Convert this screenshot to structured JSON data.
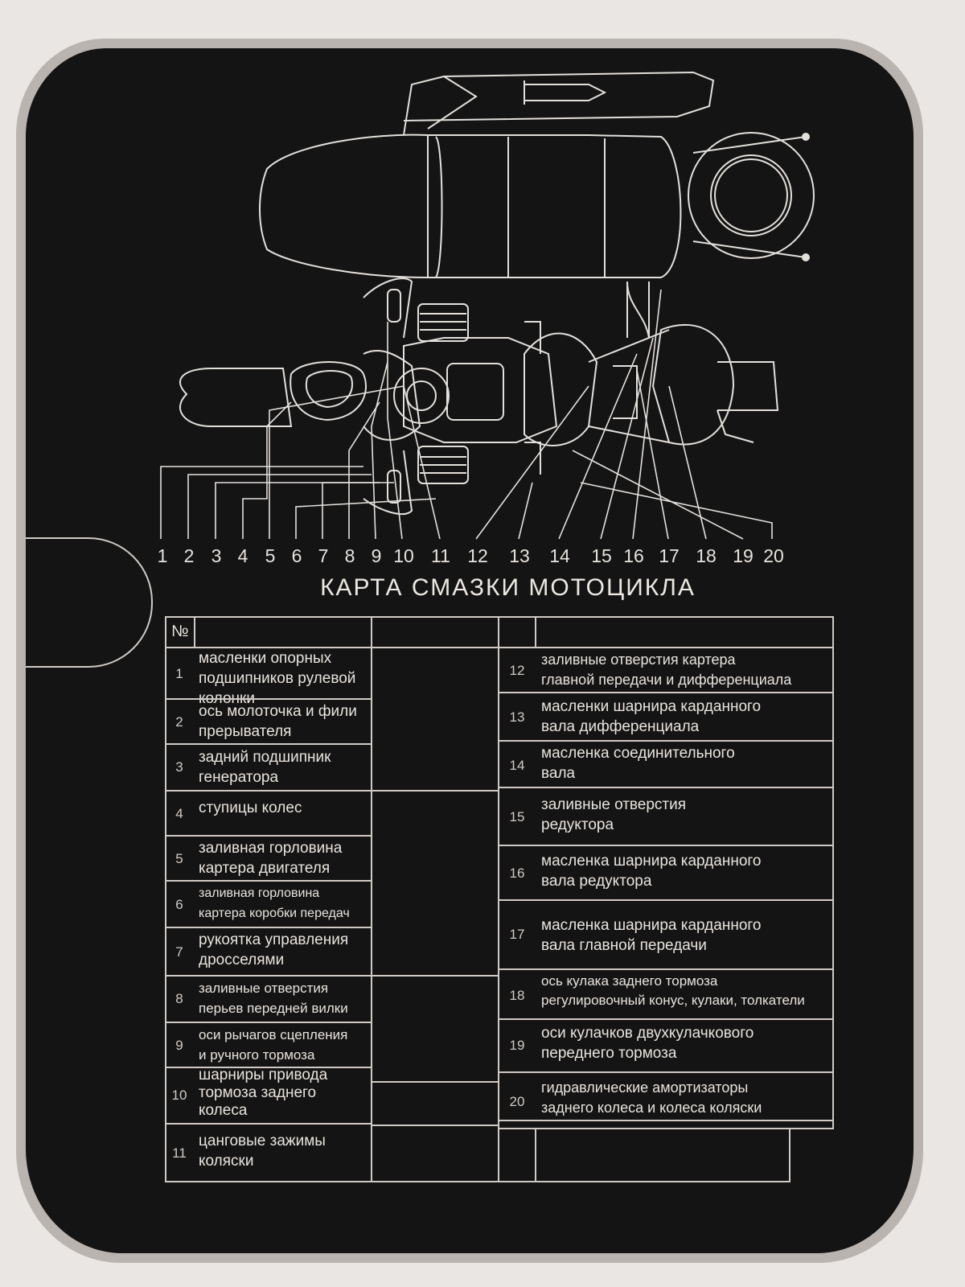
{
  "plate": {
    "title": "КАРТА СМАЗКИ МОТОЦИКЛА",
    "number_header": "№",
    "callout_numbers": [
      "1",
      "2",
      "3",
      "4",
      "5",
      "6",
      "7",
      "8",
      "9",
      "10",
      "11",
      "12",
      "13",
      "14",
      "15",
      "16",
      "17",
      "18",
      "19",
      "20"
    ],
    "left_items": [
      {
        "n": "1",
        "text": "масленки опорных\nподшипников рулевой\nколонки"
      },
      {
        "n": "2",
        "text": "ось молоточка и фили\nпрерывателя"
      },
      {
        "n": "3",
        "text": "задний подшипник\nгенератора"
      },
      {
        "n": "4",
        "text": "ступицы колес"
      },
      {
        "n": "5",
        "text": "заливная горловина\nкартера двигателя"
      },
      {
        "n": "6",
        "text": "заливная горловина\nкартера коробки передач"
      },
      {
        "n": "7",
        "text": "рукоятка управления\nдросселями"
      },
      {
        "n": "8",
        "text": "заливные отверстия\nперьев передней вилки"
      },
      {
        "n": "9",
        "text": "оси рычагов сцепления\nи ручного тормоза"
      },
      {
        "n": "10",
        "text": "шарниры привода\nтормоза заднего\nколеса"
      },
      {
        "n": "11",
        "text": "цанговые зажимы\nколяски"
      }
    ],
    "right_items": [
      {
        "n": "12",
        "text": "заливные отверстия картера\nглавной передачи и дифференциала"
      },
      {
        "n": "13",
        "text": "масленки шарнира карданного\nвала дифференциала"
      },
      {
        "n": "14",
        "text": "масленка соединительного\nвала"
      },
      {
        "n": "15",
        "text": "заливные отверстия\nредуктора"
      },
      {
        "n": "16",
        "text": "масленка шарнира карданного\nвала редуктора"
      },
      {
        "n": "17",
        "text": "масленка шарнира карданного\nвала главной передачи"
      },
      {
        "n": "18",
        "text": "ось кулака заднего тормоза\nрегулировочный конус, кулаки, толкатели"
      },
      {
        "n": "19",
        "text": "оси кулачков двухкулачкового\nпереднего тормоза"
      },
      {
        "n": "20",
        "text": "гидравлические амортизаторы\nзаднего колеса и колеса коляски"
      }
    ]
  },
  "colors": {
    "background": "#e9e6e3",
    "plate": "#151414",
    "rim": "#b9b4b0",
    "ink": "#e3e0dc"
  }
}
